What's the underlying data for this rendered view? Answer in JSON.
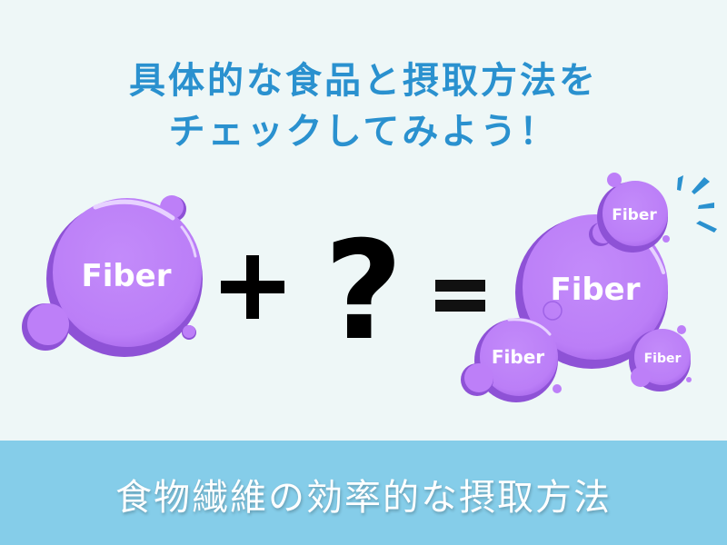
{
  "header": {
    "line1": "具体的な食品と摂取方法を",
    "line2": "チェックしてみよう！"
  },
  "equation": {
    "left_bubble_label": "Fiber",
    "plus_symbol": "+",
    "unknown_symbol": "?",
    "equals_symbol": "=",
    "result_bubbles": {
      "main_label": "Fiber",
      "top_label": "Fiber",
      "bottom_left_label": "Fiber",
      "bottom_right_label": "Fiber"
    }
  },
  "banner": {
    "text": "食物繊維の効率的な摂取方法"
  },
  "colors": {
    "background": "#eef7f7",
    "title_blue": "#2a91cf",
    "banner_blue": "#85cde9",
    "bubble_purple": "#bd7ff8",
    "bubble_shadow": "#8e52d6",
    "burst_blue": "#2a91cf"
  }
}
